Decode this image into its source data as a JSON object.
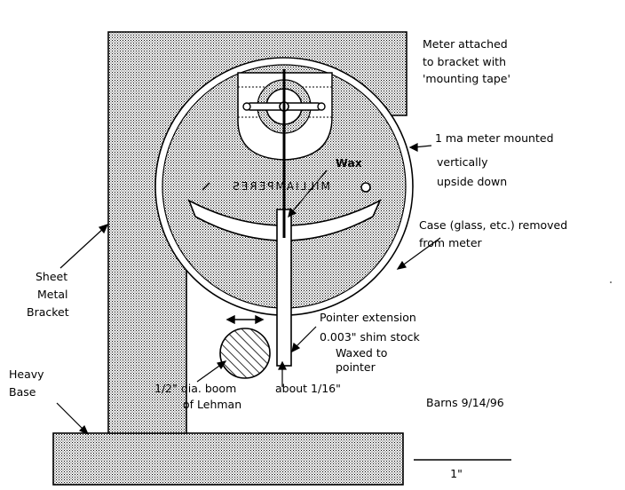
{
  "labels": {
    "meter_attached": [
      "Meter attached",
      "to bracket with",
      "'mounting tape'"
    ],
    "meter_mounted": [
      "1 ma meter mounted",
      "vertically",
      "upside down"
    ],
    "wax": "Wax",
    "milliamperes": "MILLIAMPERES",
    "case_removed": [
      "Case (glass, etc.) removed",
      "from meter"
    ],
    "sheet_metal_bracket": [
      "Sheet",
      "Metal",
      "Bracket"
    ],
    "pointer_extension": [
      "Pointer extension",
      "0.003\" shim stock",
      "Waxed to",
      "pointer"
    ],
    "heavy_base": [
      "Heavy",
      "Base"
    ],
    "boom": [
      "1/2\" dia. boom",
      "of Lehman"
    ],
    "gap": "about 1/16\"",
    "signature": "Barns 9/14/96",
    "scale_bar": "1\""
  },
  "colors": {
    "ink": "#000000",
    "paper": "#ffffff",
    "stipple": "#000000"
  }
}
